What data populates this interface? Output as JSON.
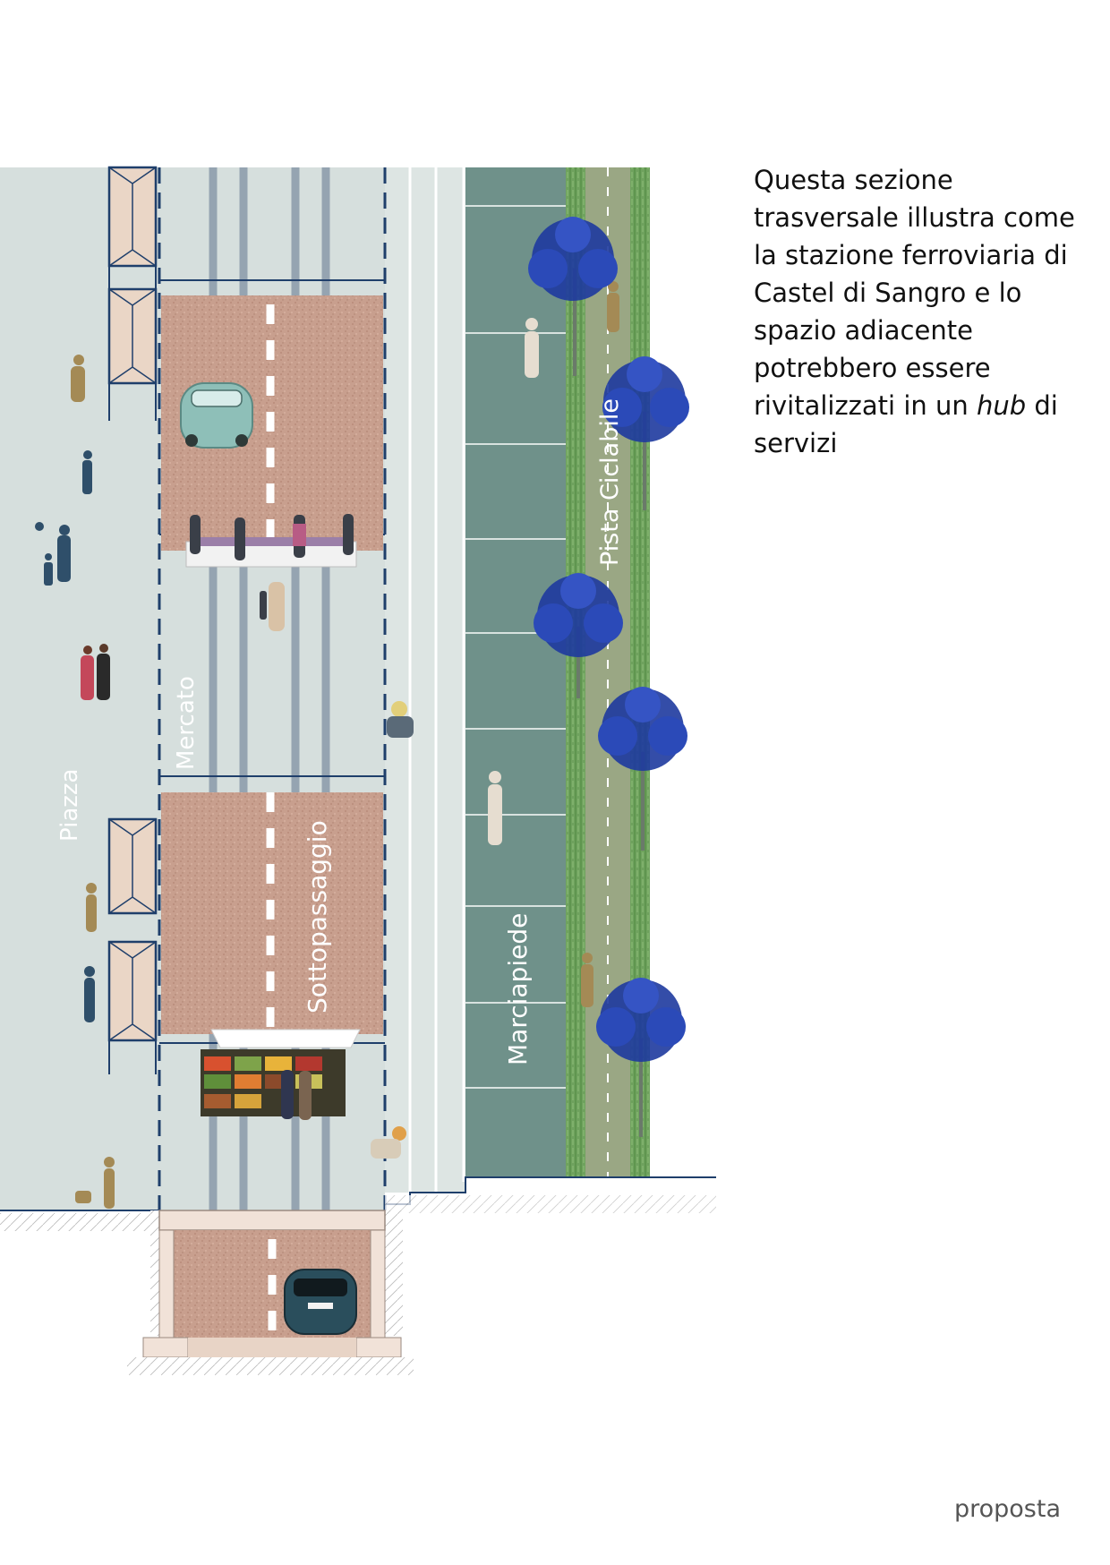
{
  "caption": {
    "before": "Questa sezione trasversale illustra come la stazione ferroviaria di Castel di Sangro e lo spazio adiacente potrebbero essere rivitalizzati in un ",
    "emph": "hub",
    "after": " di servizi"
  },
  "labels": {
    "piazza": "Piazza",
    "mercato": "Mercato",
    "sottopassaggio": "Sottopassaggio",
    "marciapiede": "Marciapiede",
    "pista": "Pista Ciclabile"
  },
  "footer": "proposta",
  "colors": {
    "paving": "#d6dfdd",
    "structure": "#1f3f6b",
    "deck": "#caa090",
    "sidewalk": "#6f918a",
    "grass": "#6fa25e",
    "bikelane": "#9aa784",
    "trees": "#1e3a9e",
    "figures": "#a48a55"
  }
}
